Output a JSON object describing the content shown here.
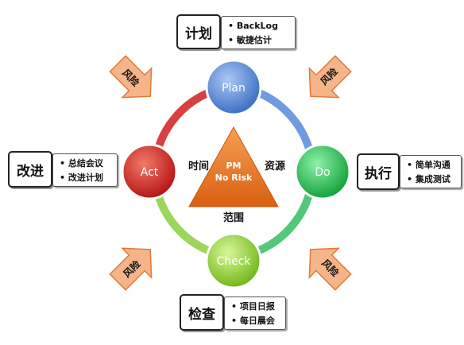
{
  "nodes": {
    "plan": "Plan",
    "do": "Do",
    "check": "Check",
    "act": "Act"
  },
  "center": {
    "line1": "PM",
    "line2": "No Risk",
    "left": "时间",
    "right": "资源",
    "bottom": "范围"
  },
  "labels": {
    "plan": {
      "title": "计划",
      "items": [
        "BackLog",
        "敏捷估计"
      ]
    },
    "do": {
      "title": "执行",
      "items": [
        "简单沟通",
        "集成测试"
      ]
    },
    "check": {
      "title": "检查",
      "items": [
        "项目日报",
        "每日晨会"
      ]
    },
    "act": {
      "title": "改进",
      "items": [
        "总结会议",
        "改进计划"
      ]
    }
  },
  "risk": [
    "风险",
    "风险",
    "风险",
    "风险"
  ],
  "colors": {
    "plan": "#4a7fd6",
    "do": "#19b84a",
    "check": "#8fd12a",
    "act": "#d42020",
    "triangle": "#e8751a",
    "arrow": "#f5b588",
    "arrow_border": "#e07a3c"
  }
}
